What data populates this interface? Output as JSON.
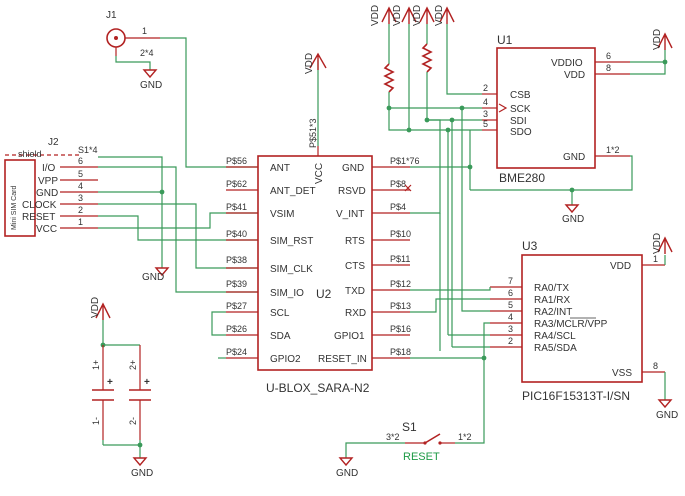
{
  "j1": {
    "ref": "J1",
    "pin1": "1",
    "pin2": "2*4",
    "gnd": "GND"
  },
  "j2": {
    "ref": "J2",
    "shield": "shield",
    "card": "Mini SIM Card",
    "s1": "S1*4",
    "pins": [
      {
        "name": "I/O",
        "num": "6"
      },
      {
        "name": "VPP",
        "num": "5"
      },
      {
        "name": "GND",
        "num": "4"
      },
      {
        "name": "CLOCK",
        "num": "3"
      },
      {
        "name": "RESET",
        "num": "2"
      },
      {
        "name": "VCC",
        "num": "1"
      }
    ],
    "gnd": "GND"
  },
  "u2": {
    "ref": "U2",
    "value": "U-BLOX_SARA-N2",
    "vcc_label": "VCC",
    "vcc_pad": "P$51*3",
    "vdd": "VDD",
    "left": [
      {
        "pad": "P$56",
        "name": "ANT"
      },
      {
        "pad": "P$62",
        "name": "ANT_DET"
      },
      {
        "pad": "P$41",
        "name": "VSIM"
      },
      {
        "pad": "P$40",
        "name": "SIM_RST"
      },
      {
        "pad": "P$38",
        "name": "SIM_CLK"
      },
      {
        "pad": "P$39",
        "name": "SIM_IO"
      },
      {
        "pad": "P$27",
        "name": "SCL"
      },
      {
        "pad": "P$26",
        "name": "SDA"
      },
      {
        "pad": "P$24",
        "name": "GPIO2"
      }
    ],
    "right": [
      {
        "pad": "P$1*76",
        "name": "GND"
      },
      {
        "pad": "P$8",
        "name": "RSVD"
      },
      {
        "pad": "P$4",
        "name": "V_INT"
      },
      {
        "pad": "P$10",
        "name": "RTS"
      },
      {
        "pad": "P$11",
        "name": "CTS"
      },
      {
        "pad": "P$12",
        "name": "TXD"
      },
      {
        "pad": "P$13",
        "name": "RXD"
      },
      {
        "pad": "P$16",
        "name": "GPIO1"
      },
      {
        "pad": "P$18",
        "name": "RESET_IN"
      }
    ]
  },
  "u1": {
    "ref": "U1",
    "value": "BME280",
    "left": [
      {
        "num": "2",
        "name": "CSB"
      },
      {
        "num": "4",
        "name": "SCK"
      },
      {
        "num": "3",
        "name": "SDI"
      },
      {
        "num": "5",
        "name": "SDO"
      }
    ],
    "right": [
      {
        "num": "6",
        "name": "VDDIO"
      },
      {
        "num": "8",
        "name": "VDD"
      }
    ],
    "gnd_name": "GND",
    "gnd_num": "1*2",
    "gnd": "GND",
    "vdd": "VDD"
  },
  "u3": {
    "ref": "U3",
    "value": "PIC16F15313T-I/SN",
    "left": [
      {
        "num": "7",
        "name": "RA0/TX"
      },
      {
        "num": "6",
        "name": "RA1/RX"
      },
      {
        "num": "5",
        "name": "RA2/INT"
      },
      {
        "num": "4",
        "name": "RA3/MCLR/VPP"
      },
      {
        "num": "3",
        "name": "RA4/SCL"
      },
      {
        "num": "2",
        "name": "RA5/SDA"
      }
    ],
    "vdd_name": "VDD",
    "vdd_num": "1",
    "vss_name": "VSS",
    "vss_num": "8",
    "vdd": "VDD",
    "gnd": "GND"
  },
  "top_vdd": [
    "VDD",
    "VDD",
    "VDD",
    "VDD"
  ],
  "caps": {
    "vdd": "VDD",
    "c1_plus": "1+",
    "c1_minus": "1-",
    "c2_plus": "2+",
    "c2_minus": "2-",
    "plus": "+",
    "gnd": "GND"
  },
  "s1": {
    "ref": "S1",
    "pin_left": "3*2",
    "pin_right": "1*2",
    "label": "RESET",
    "gnd": "GND"
  }
}
